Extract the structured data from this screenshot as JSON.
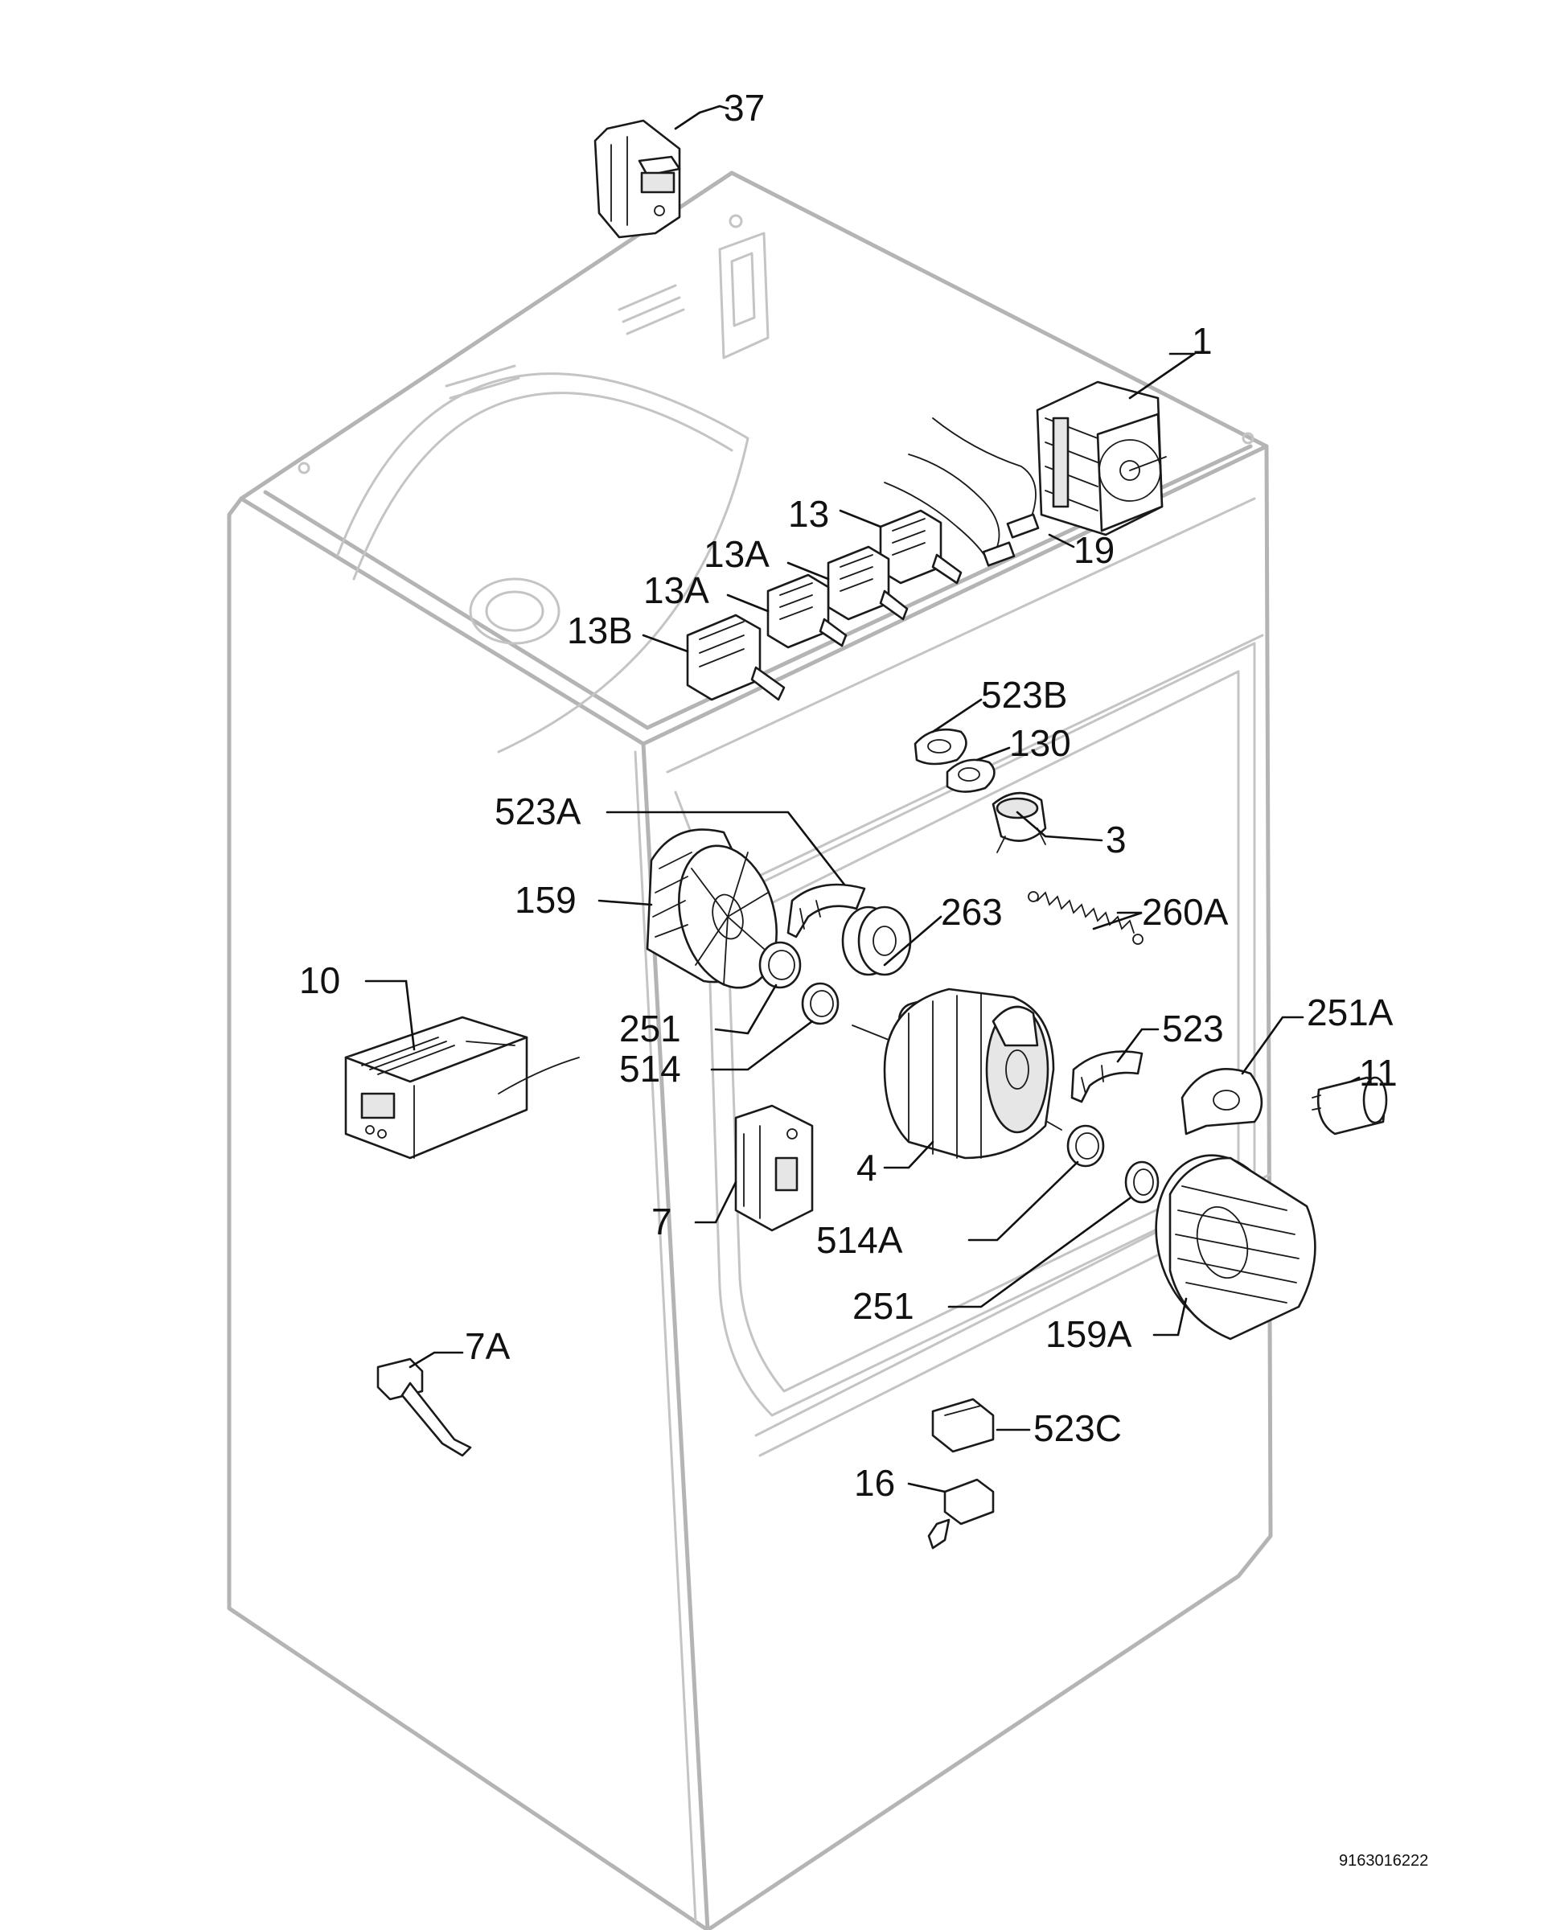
{
  "labels": {
    "p37": "37",
    "p1": "1",
    "p13": "13",
    "p19": "19",
    "p13a_upper": "13A",
    "p13a_lower": "13A",
    "p13b": "13B",
    "p523b": "523B",
    "p130": "130",
    "p3": "3",
    "p523a": "523A",
    "p159": "159",
    "p263": "263",
    "p260a": "260A",
    "p10": "10",
    "p251_left": "251",
    "p514": "514",
    "p523": "523",
    "p251a": "251A",
    "p11": "11",
    "p4": "4",
    "p7": "7",
    "p514a": "514A",
    "p251_right": "251",
    "p159a": "159A",
    "p7a": "7A",
    "p523c": "523C",
    "p16": "16"
  },
  "diagram_code": "9163016222"
}
